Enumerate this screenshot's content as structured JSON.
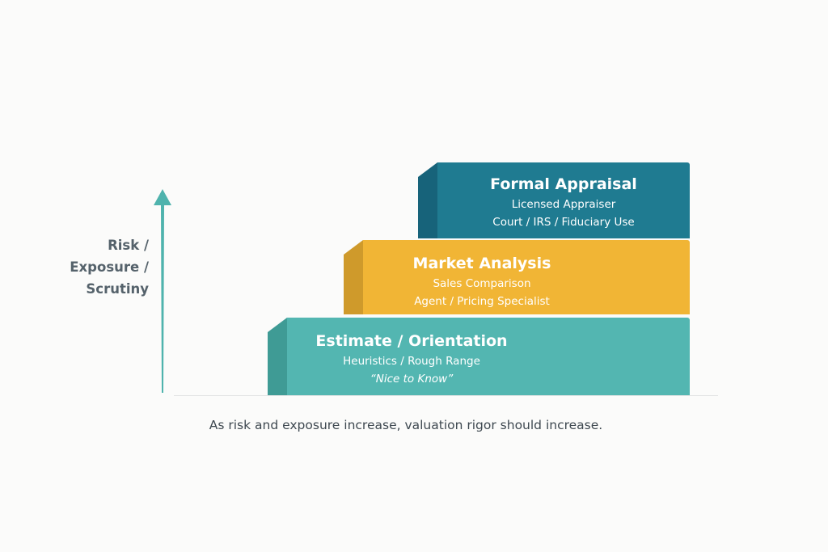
{
  "axis": {
    "label_lines": [
      "Risk /",
      "Exposure /",
      "Scrutiny"
    ]
  },
  "steps": [
    {
      "title": "Formal Appraisal",
      "lines": [
        "Licensed Appraiser",
        "Court / IRS / Fiduciary Use"
      ],
      "color": "#1f7b91",
      "side_color": "#17637a"
    },
    {
      "title": "Market Analysis",
      "lines": [
        "Sales Comparison",
        "Agent / Pricing Specialist"
      ],
      "color": "#f1b535",
      "side_color": "#cf9a2b"
    },
    {
      "title": "Estimate / Orientation",
      "lines": [
        "Heuristics / Rough Range",
        "“Nice to Know”"
      ],
      "color": "#53b6b1",
      "side_color": "#3f9b95"
    }
  ],
  "caption": "As risk and exposure increase, valuation rigor should increase.",
  "arrow_color": "#4fb3ad"
}
